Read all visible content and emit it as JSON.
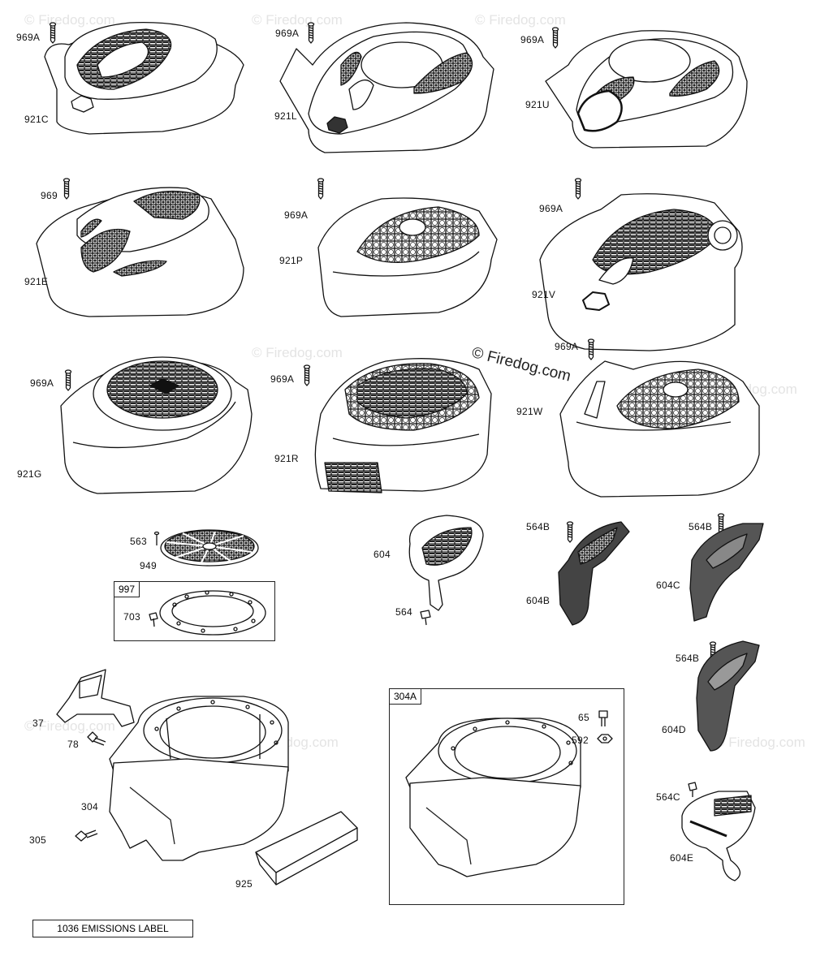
{
  "watermark": "© Firedog.com",
  "copyright": "© Firedog.com",
  "boxes": {
    "box_997": "997",
    "box_304A": "304A"
  },
  "emissions_label": "1036 EMISSIONS LABEL",
  "labels": {
    "p969A_1": "969A",
    "p921C": "921C",
    "p969A_2": "969A",
    "p921L": "921L",
    "p969A_3": "969A",
    "p921U": "921U",
    "p969": "969",
    "p921E": "921E",
    "p969A_4": "969A",
    "p921P": "921P",
    "p969A_5": "969A",
    "p921V": "921V",
    "p969A_6": "969A",
    "p921G": "921G",
    "p969A_7": "969A",
    "p921R": "921R",
    "p969A_8": "969A",
    "p921W": "921W",
    "p563": "563",
    "p949": "949",
    "p703": "703",
    "p604": "604",
    "p564": "564",
    "p564B_1": "564B",
    "p604B": "604B",
    "p564B_2": "564B",
    "p604C": "604C",
    "p564B_3": "564B",
    "p604D": "604D",
    "p564C": "564C",
    "p604E": "604E",
    "p37": "37",
    "p78": "78",
    "p304": "304",
    "p305": "305",
    "p925": "925",
    "p65": "65",
    "p592": "592"
  }
}
